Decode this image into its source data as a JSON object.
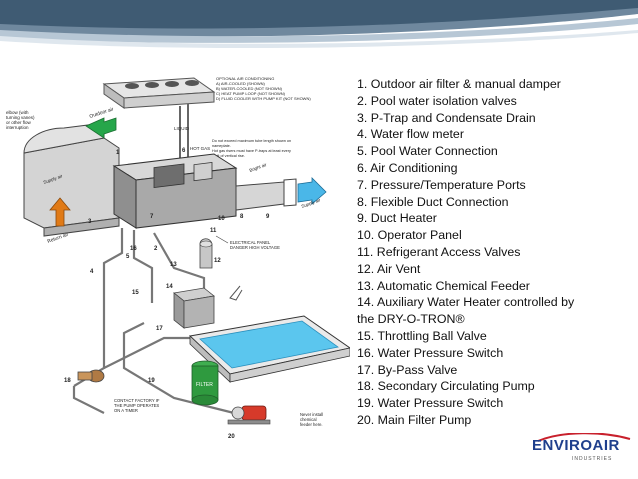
{
  "legend": {
    "items": [
      "1. Outdoor air filter & manual damper",
      "2. Pool water isolation valves",
      "3. P-Trap and Condensate Drain",
      "4. Water flow meter",
      "5. Pool Water Connection",
      "6. Air Conditioning",
      "7. Pressure/Temperature Ports",
      "8. Flexible Duct Connection",
      "9. Duct Heater",
      "10. Operator Panel",
      "11. Refrigerant Access Valves",
      "12. Air Vent",
      "13. Automatic Chemical Feeder",
      "14. Auxiliary Water Heater controlled by",
      "the DRY-O-TRON®",
      "15. Throttling Ball Valve",
      "16. Water Pressure Switch",
      "17. By-Pass Valve",
      "18. Secondary Circulating Pump",
      "19. Water Pressure Switch",
      "20. Main Filter Pump"
    ]
  },
  "diagram": {
    "ac_note": [
      "OPTIONAL AIR CONDITIONING",
      "A) AIR-COOLED (SHOWN)",
      "B) WATER-COOLED (NOT SHOWN)",
      "C) HEAT PUMP LOOP (NOT SHOWN)",
      "D) FLUID COOLER WITH PUMP KIT (NOT SHOWN)"
    ],
    "elbow_note": [
      "elbow (with",
      "turning vanes)",
      "or other flow",
      "interruption"
    ],
    "outdoor_air": "Outdoor air",
    "return_air": "Return air",
    "liquid": "LIQUID",
    "hot_gas": "HOT GAS",
    "tube_note": [
      "Do not exceed maximum tube length shown on",
      "nameplate.",
      "Hot gas risers must have P-traps at least every",
      "20 ft of vertical rise."
    ],
    "supply_air_a": "Supply air",
    "supply_air_b": "Supply air",
    "bright_air": "Bright air",
    "electrical_panel": [
      "ELECTRICAL PANEL",
      "DANGER HIGH VOLTAGE"
    ],
    "contact_note": [
      "CONTACT FACTORY IF",
      "THE PUMP OPERATES",
      "ON A TIMER"
    ],
    "filter": "FILTER",
    "never_install": [
      "Never install",
      "chemical",
      "feeder here."
    ],
    "callouts": [
      "1",
      "2",
      "3",
      "4",
      "5",
      "6",
      "7",
      "8",
      "9",
      "10",
      "11",
      "12",
      "13",
      "14",
      "15",
      "16",
      "17",
      "18",
      "19",
      "20"
    ]
  },
  "brand": {
    "name": "ENVIROAIR",
    "sub": "INDUSTRIES"
  },
  "colors": {
    "header_dark": "#3f5b73",
    "header_light": "#8fa6ba",
    "brand_blue": "#1f3f8c",
    "brand_red": "#c8202c",
    "pool_water": "#5bc6ee",
    "filter_green": "#2f9a3f",
    "arrow_green": "#26a64a",
    "arrow_orange": "#e07a16",
    "arrow_cyan": "#4ab7e8",
    "pump_red": "#d63a2a"
  }
}
